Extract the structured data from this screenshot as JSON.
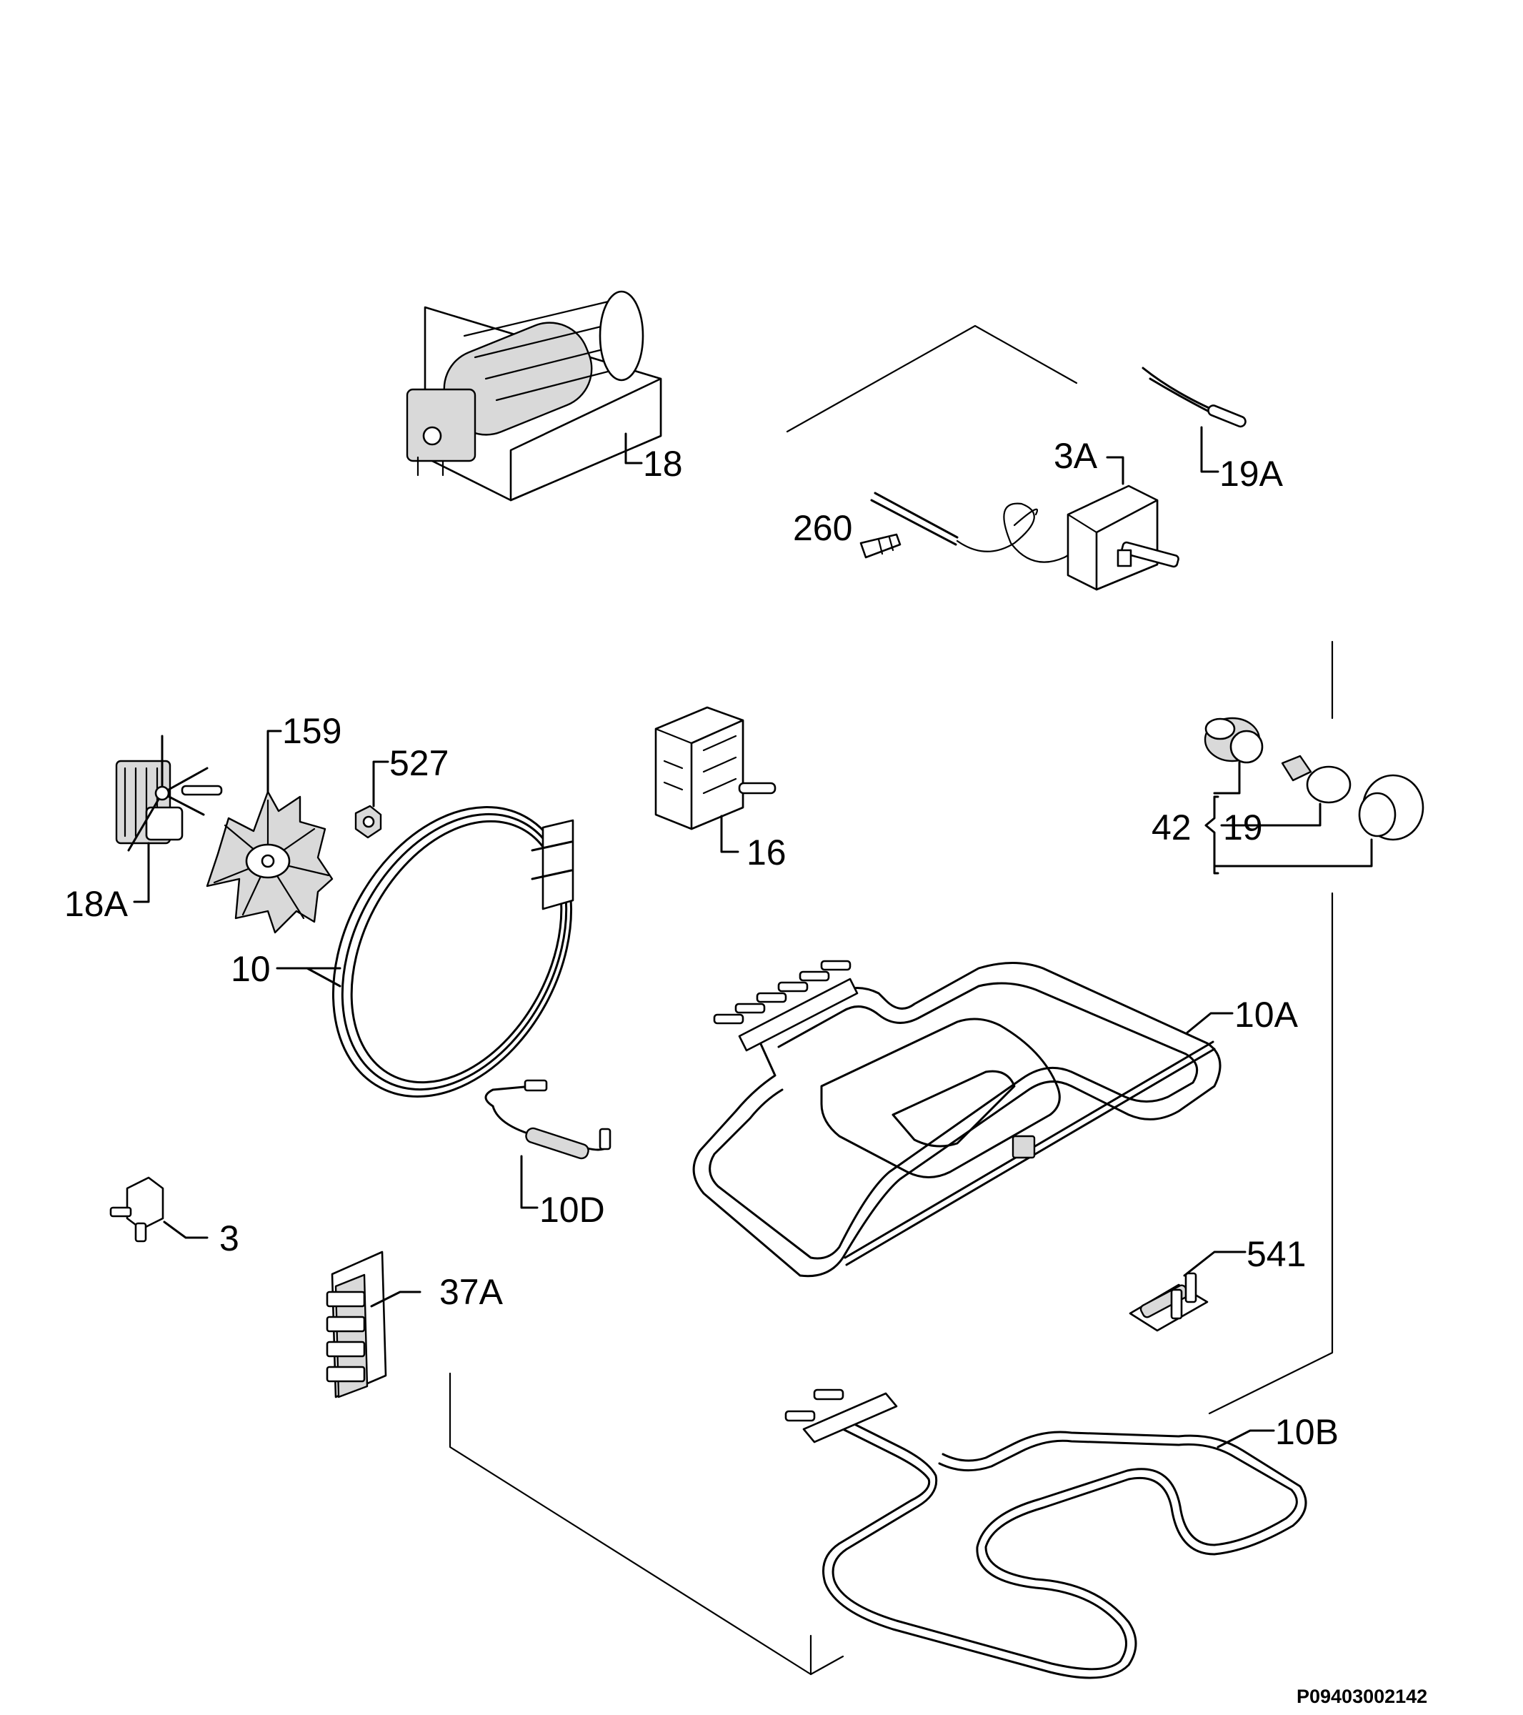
{
  "diagram": {
    "labels": {
      "p18": "18",
      "p19a": "19A",
      "p3a": "3A",
      "p260": "260",
      "p159": "159",
      "p527": "527",
      "p18a": "18A",
      "p16": "16",
      "p42": "42",
      "p19": "19",
      "p10": "10",
      "p10a": "10A",
      "p10d": "10D",
      "p3": "3",
      "p541": "541",
      "p37a": "37A",
      "p10b": "10B"
    },
    "drawing_code": "P09403002142"
  }
}
